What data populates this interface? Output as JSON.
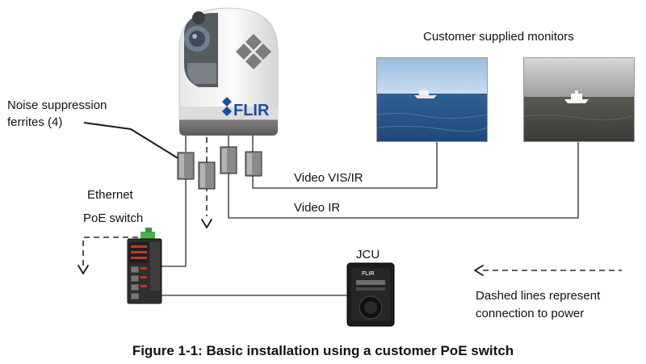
{
  "labels": {
    "noise_suppression": [
      "Noise suppression",
      "ferrites (4)"
    ],
    "customer_monitors": "Customer supplied monitors",
    "ethernet": "Ethernet",
    "poe_switch": "PoE switch",
    "video_visir": "Video VIS/IR",
    "video_ir": "Video IR",
    "jcu": "JCU",
    "dashed_legend": [
      "Dashed lines represent",
      "connection to power"
    ]
  },
  "camera_logo": "FLIR",
  "jcu_logo": "FLIR",
  "caption": "Figure 1-1: Basic installation using a customer PoE switch",
  "colors": {
    "line": "#2a2a2a",
    "flir_blue": "#1b4ea0",
    "camera_body": "#f2f2f2",
    "sea_blue": "#3b6aa0",
    "sky_blue": "#a9c7e3",
    "thermal_sky": "#bdbdbd",
    "thermal_sea": "#4a4a45",
    "switch_red": "#c0392b",
    "switch_green": "#4caf50"
  },
  "icons": [
    "camera-icon",
    "ferrite-icon",
    "monitor-visible-icon",
    "monitor-thermal-icon",
    "poe-switch-icon",
    "jcu-icon",
    "arrow-left-icon",
    "arrow-down-icon"
  ]
}
